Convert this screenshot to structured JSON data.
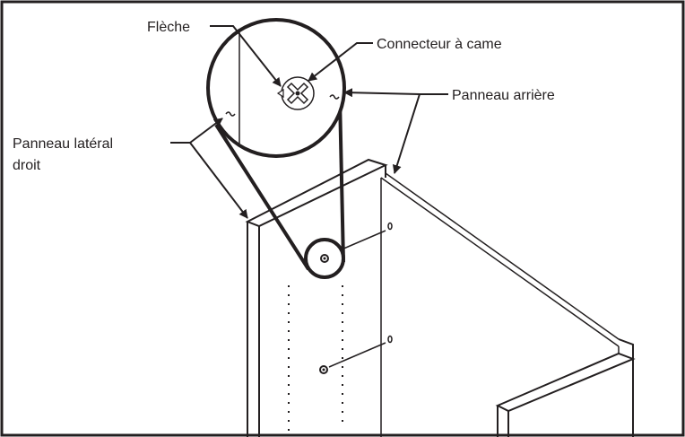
{
  "labels": {
    "arrow": "Flèche",
    "cam_connector": "Connecteur à came",
    "back_panel": "Panneau arrière",
    "right_side_panel_line1": "Panneau latéral",
    "right_side_panel_line2": "droit"
  },
  "colors": {
    "ink": "#231f20",
    "paper": "#ffffff"
  }
}
